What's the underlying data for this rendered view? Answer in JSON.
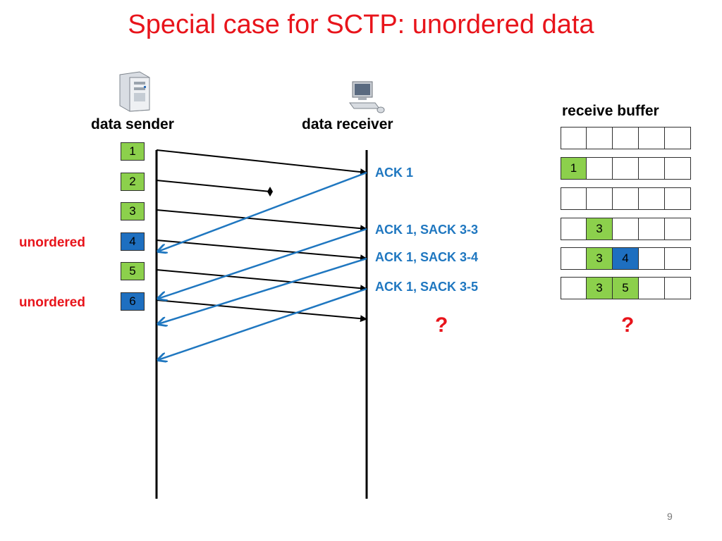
{
  "title": "Special case for SCTP: unordered data",
  "sender_label": "data sender",
  "receiver_label": "data receiver",
  "buffer_label": "receive buffer",
  "icons": {
    "sender": "server-icon",
    "receiver": "computer-icon"
  },
  "packets": [
    {
      "label": "1",
      "color": "#8cd04c"
    },
    {
      "label": "2",
      "color": "#8cd04c"
    },
    {
      "label": "3",
      "color": "#8cd04c"
    },
    {
      "label": "4",
      "color": "#1e6fc0"
    },
    {
      "label": "5",
      "color": "#8cd04c"
    },
    {
      "label": "6",
      "color": "#1e6fc0"
    }
  ],
  "unordered_label": "unordered",
  "acks": [
    "ACK 1",
    "ACK 1, SACK 3-3",
    "ACK 1, SACK 3-4",
    "ACK 1, SACK 3-5"
  ],
  "question_mark": "?",
  "buffer_rows": [
    [
      "",
      "",
      "",
      "",
      ""
    ],
    [
      "1",
      "",
      "",
      "",
      ""
    ],
    [
      "",
      "",
      "",
      "",
      ""
    ],
    [
      "",
      "3",
      "",
      "",
      ""
    ],
    [
      "",
      "3",
      "4",
      "",
      ""
    ],
    [
      "",
      "3",
      "5",
      "",
      ""
    ]
  ],
  "page_number": "9",
  "colors": {
    "title": "#e8141b",
    "ack": "#1f77c0",
    "green": "#8cd04c",
    "blue": "#1e6fc0"
  }
}
